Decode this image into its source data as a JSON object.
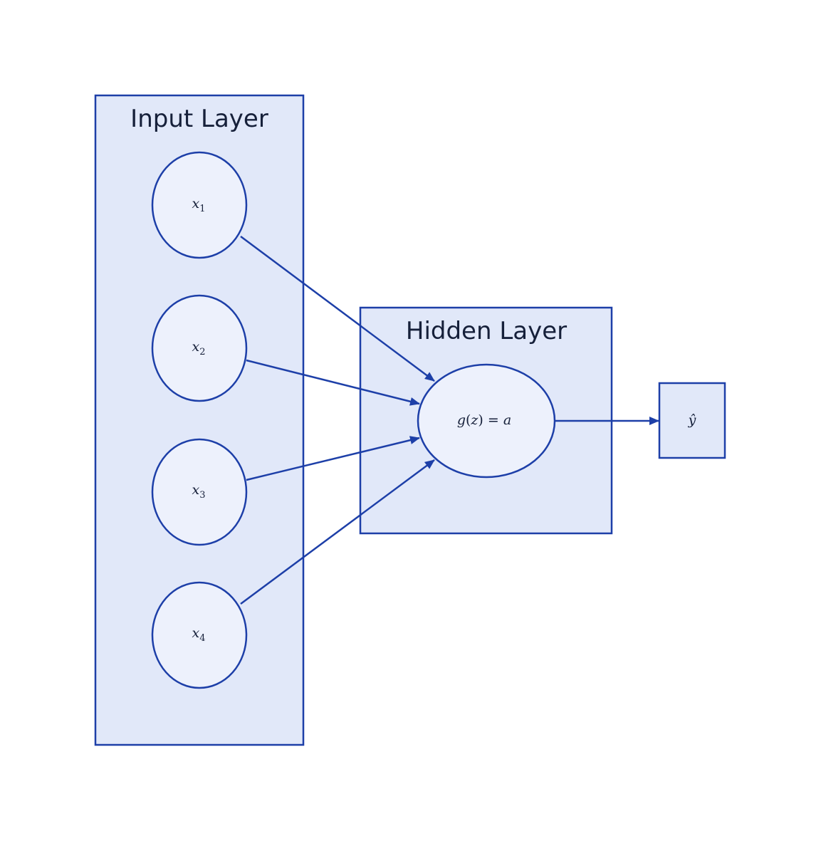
{
  "layers": {
    "input": {
      "title": "Input Layer",
      "nodes": [
        {
          "base": "x",
          "sub": "1"
        },
        {
          "base": "x",
          "sub": "2"
        },
        {
          "base": "x",
          "sub": "3"
        },
        {
          "base": "x",
          "sub": "4"
        }
      ]
    },
    "hidden": {
      "title": "Hidden Layer",
      "node": {
        "g": "g",
        "open": "(",
        "z": "z",
        "close": ")",
        "eq": " = ",
        "a": "a"
      }
    },
    "output": {
      "node": {
        "label": "ŷ"
      }
    }
  },
  "colors": {
    "stroke": "#1d3fa8",
    "box_fill": "#e1e8f9",
    "node_fill": "#edf1fc",
    "text": "#16203a"
  }
}
